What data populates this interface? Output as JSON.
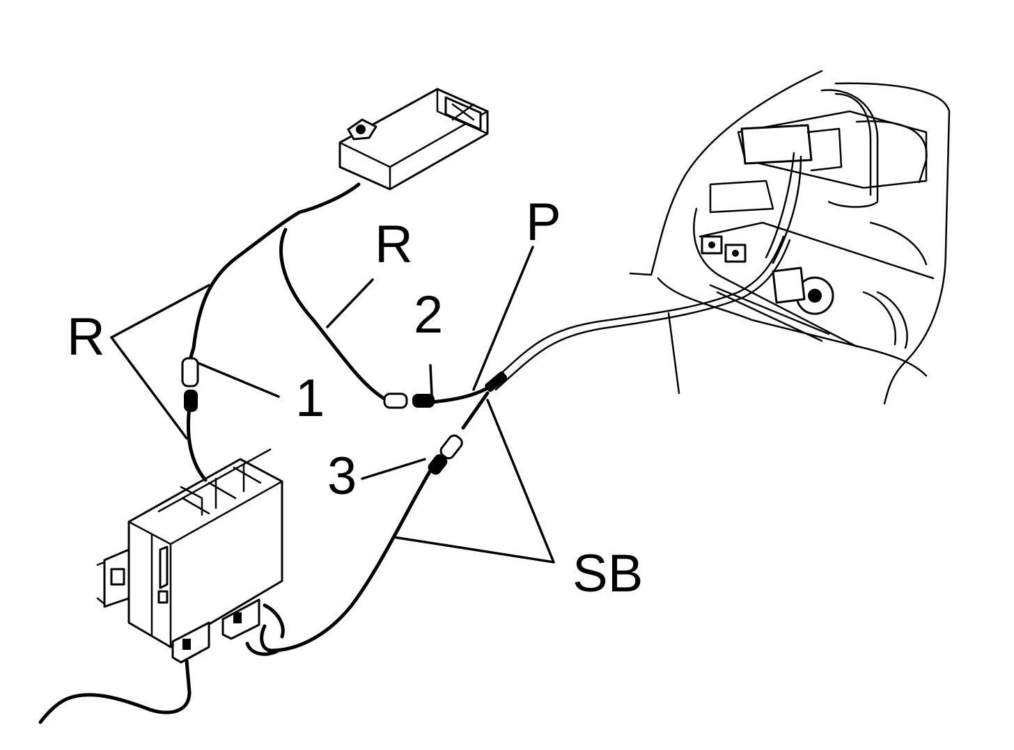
{
  "labels": {
    "R_left": "R",
    "R_upper": "R",
    "P": "P",
    "callout_1": "1",
    "callout_2": "2",
    "callout_3": "3",
    "SB": "SB"
  },
  "colors": {
    "ink": "#000000",
    "paper": "#ffffff"
  }
}
